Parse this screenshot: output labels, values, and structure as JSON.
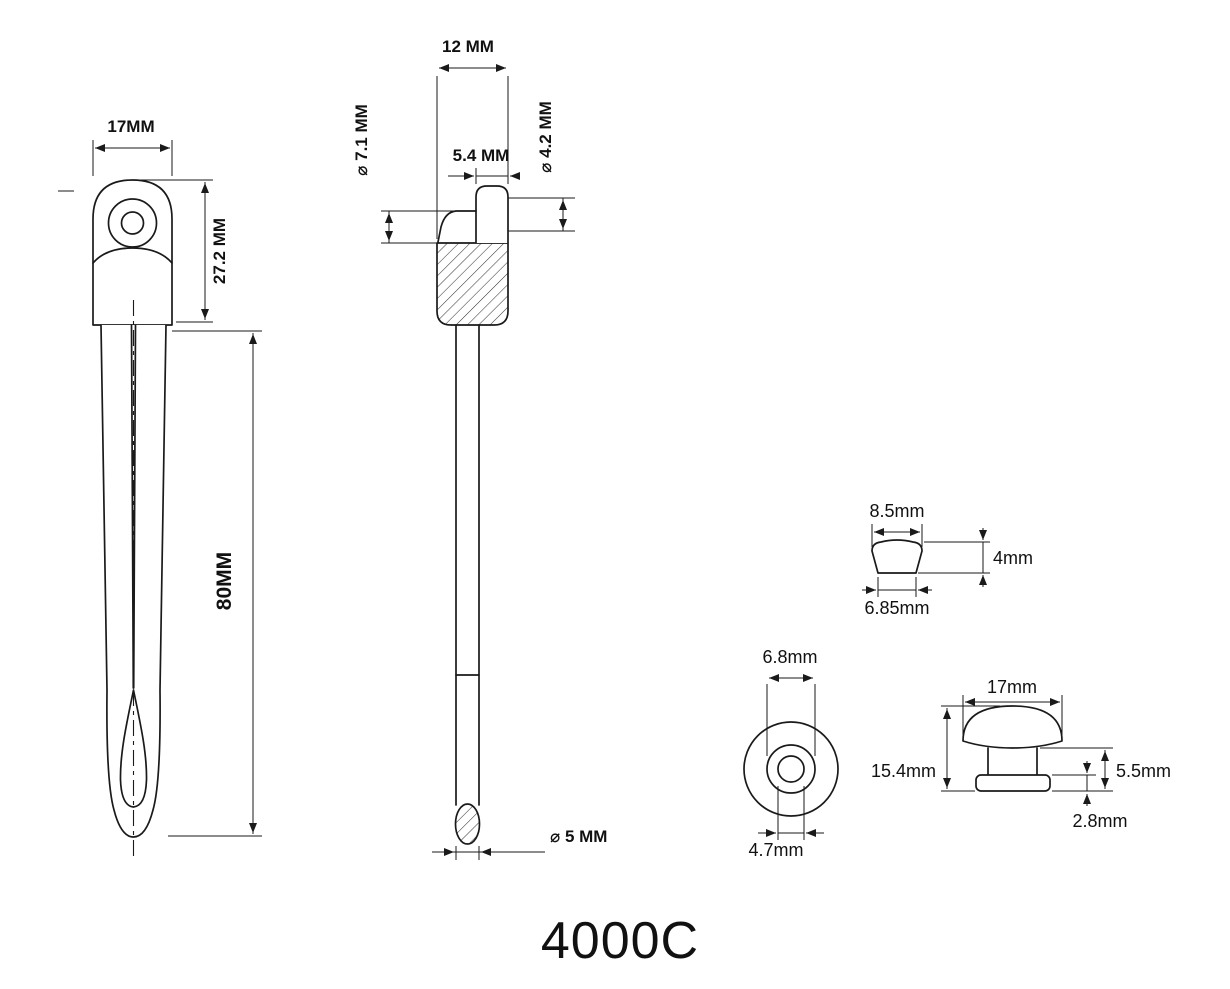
{
  "title": "4000C",
  "colors": {
    "background": "#ffffff",
    "line": "#1a1a1a"
  },
  "front_view": {
    "width": "17MM",
    "head_height": "27.2 MM",
    "length": "80MM"
  },
  "side_view": {
    "depth": "12 MM",
    "hook_dia": "⌀ 7.1 MM",
    "tab_width": "5.4 MM",
    "eye_dia": "⌀ 4.2 MM",
    "shaft_dia": "⌀  5 MM"
  },
  "cap_detail": {
    "top_width": "8.5mm",
    "height": "4mm",
    "bottom_width": "6.85mm"
  },
  "button_top_view": {
    "outer_dia": "6.8mm",
    "inner_dia": "4.7mm"
  },
  "button_side_view": {
    "width": "17mm",
    "total_height": "15.4mm",
    "lower_height": "5.5mm",
    "base_height": "2.8mm"
  }
}
